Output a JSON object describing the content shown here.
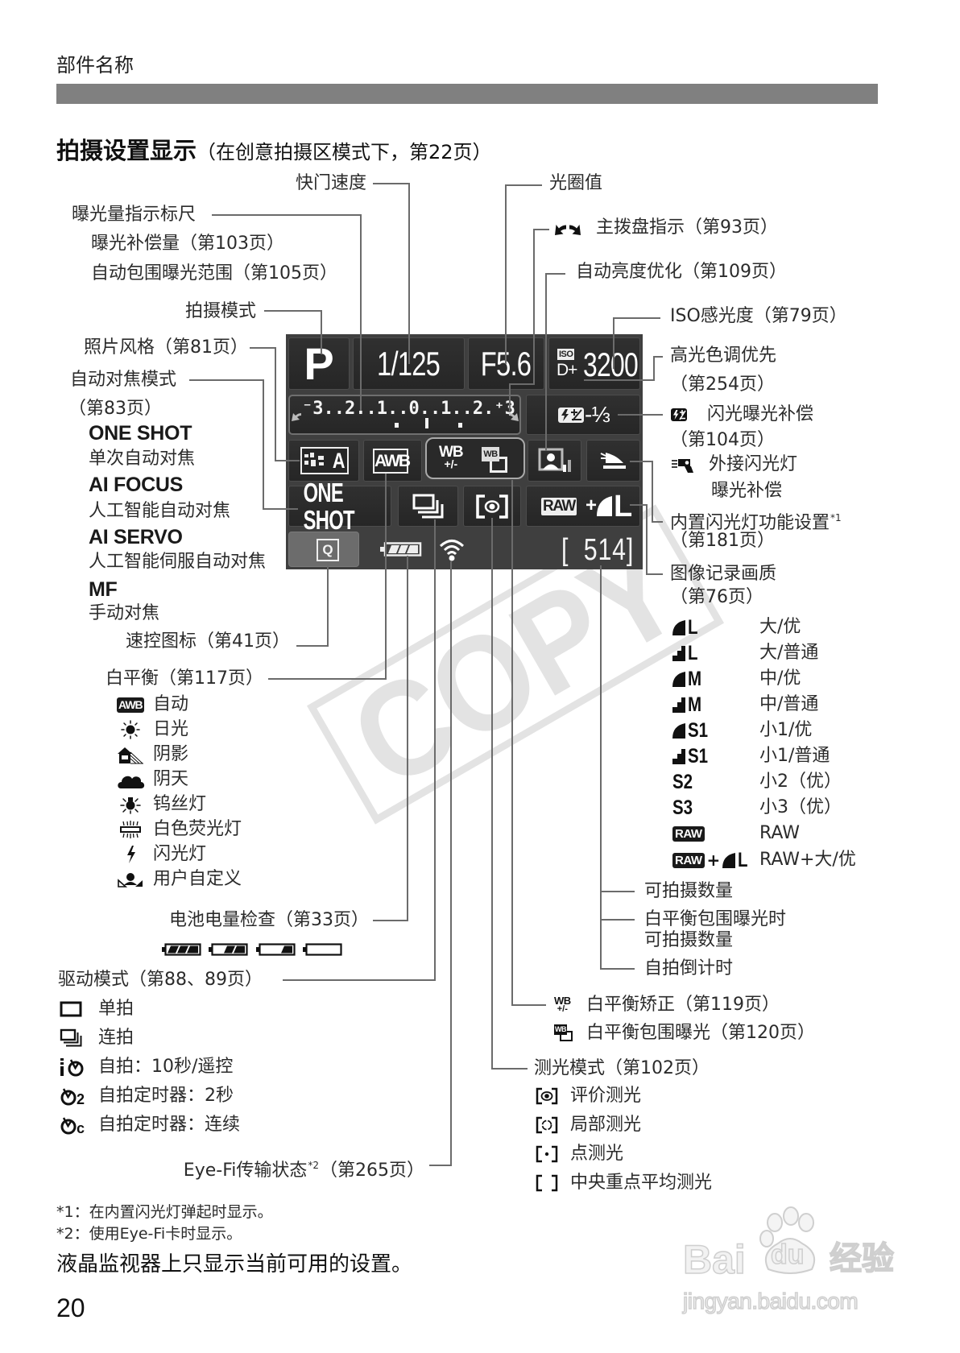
{
  "page": {
    "section_header": "部件名称",
    "title": "拍摄设置显示",
    "title_note": "（在创意拍摄区模式下，第22页）",
    "page_number": "20"
  },
  "lcd": {
    "shooting_mode": "P",
    "shutter_speed": "1/125",
    "aperture": "F5.6",
    "iso_badge": "ISO",
    "highlight_tone_priority": "D+",
    "iso_speed": "3200",
    "exposure_scale": "⁻3..2..1..0..1..2.⁺3",
    "flash_exposure_comp": "-⅓",
    "picture_style": "A",
    "white_balance": "AWB",
    "wb_correction": "WB",
    "wb_correction_sub": "+/-",
    "wb_bracketing": "WB",
    "af_mode": "ONE SHOT",
    "quality_raw": "RAW",
    "quality_plus": "+",
    "quality_size": "L",
    "quick_control": "Q",
    "shots_bracket_open": "[",
    "shots_remaining": "514",
    "shots_bracket_close": "]",
    "icons": {
      "main_dial": "main-dial-indicator-icon",
      "flash_exposure_comp": "flash-exposure-comp-icon",
      "picture_style": "picture-style-auto-icon",
      "auto_lighting_optimizer": "auto-lighting-optimizer-icon",
      "built_in_flash": "built-in-flash-icon",
      "drive": "continuous-shooting-icon",
      "metering": "evaluative-metering-icon",
      "quality": "fine-quality-icon",
      "battery": "battery-full-icon",
      "eye_fi": "eye-fi-wireless-icon"
    }
  },
  "callouts": {
    "shutter_speed": "快门速度",
    "aperture": "光圈值",
    "exposure_level": "曝光量指示标尺",
    "exposure_comp": "曝光补偿量（第103页）",
    "aeb_range": "自动包围曝光范围（第105页）",
    "main_dial": "主拨盘指示（第93页）",
    "alo": "自动亮度优化（第109页）",
    "shooting_mode": "拍摄模式",
    "iso": "ISO感光度（第79页）",
    "picture_style": "照片风格（第81页）",
    "htp": "高光色调优先",
    "htp_page": "（第254页）",
    "af_mode": "自动对焦模式",
    "af_mode_page": "（第83页）",
    "fec": "闪光曝光补偿",
    "fec_page": "（第104页）",
    "ext_flash_line1": "外接闪光灯",
    "ext_flash_line2": "曝光补偿",
    "builtin_flash": "内置闪光灯功能设置",
    "builtin_flash_note": "*1",
    "builtin_flash_page": "（第181页）",
    "quality": "图像记录画质",
    "quality_page": "（第76页）",
    "quick_control": "速控图标（第41页）",
    "white_balance": "白平衡（第117页）",
    "battery": "电池电量检查（第33页）",
    "drive": "驱动模式（第88、89页）",
    "eyefi": "Eye-Fi传输状态",
    "eyefi_note": "*2",
    "eyefi_page": "（第265页）",
    "shots": "可拍摄数量",
    "wb_bkt_shots_line1": "白平衡包围曝光时",
    "wb_bkt_shots_line2": "可拍摄数量",
    "self_timer_countdown": "自拍倒计时",
    "metering": "测光模式（第102页）"
  },
  "af_modes": [
    {
      "code": "ONE SHOT",
      "desc": "单次自动对焦"
    },
    {
      "code": "AI FOCUS",
      "desc": "人工智能自动对焦"
    },
    {
      "code": "AI SERVO",
      "desc": "人工智能伺服自动对焦"
    },
    {
      "code": "MF",
      "desc": "手动对焦"
    }
  ],
  "wb_modes": [
    {
      "icon": "awb-icon",
      "badge": "AWB",
      "label": "自动"
    },
    {
      "icon": "daylight-icon",
      "label": "日光"
    },
    {
      "icon": "shade-icon",
      "label": "阴影"
    },
    {
      "icon": "cloudy-icon",
      "label": "阴天"
    },
    {
      "icon": "tungsten-icon",
      "label": "钨丝灯"
    },
    {
      "icon": "fluorescent-icon",
      "label": "白色荧光灯"
    },
    {
      "icon": "flash-icon",
      "label": "闪光灯"
    },
    {
      "icon": "custom-wb-icon",
      "label": "用户自定义"
    }
  ],
  "battery_levels": [
    "battery-full-icon",
    "battery-two-thirds-icon",
    "battery-one-third-icon",
    "battery-empty-icon"
  ],
  "quality_list": [
    {
      "icon": "fine-icon",
      "size": "L",
      "desc": "大/优"
    },
    {
      "icon": "normal-icon",
      "size": "L",
      "desc": "大/普通"
    },
    {
      "icon": "fine-icon",
      "size": "M",
      "desc": "中/优"
    },
    {
      "icon": "normal-icon",
      "size": "M",
      "desc": "中/普通"
    },
    {
      "icon": "fine-icon",
      "size": "S1",
      "desc": "小1/优"
    },
    {
      "icon": "normal-icon",
      "size": "S1",
      "desc": "小1/普通"
    },
    {
      "size": "S2",
      "desc": "小2（优）"
    },
    {
      "size": "S3",
      "desc": "小3（优）"
    },
    {
      "badge": "RAW",
      "desc": "RAW"
    },
    {
      "badge": "RAW",
      "plus": "+",
      "icon": "fine-icon",
      "size": "L",
      "desc": "RAW+大/优"
    }
  ],
  "drive_modes": [
    {
      "icon": "single-shooting-icon",
      "label": "单拍"
    },
    {
      "icon": "continuous-shooting-icon",
      "label": "连拍"
    },
    {
      "icon": "self-timer-10s-remote-icon",
      "label": "自拍：10秒/遥控"
    },
    {
      "icon": "self-timer-2s-icon",
      "suffix": "2",
      "label": "自拍定时器：2秒"
    },
    {
      "icon": "self-timer-continuous-icon",
      "suffix": "c",
      "label": "自拍定时器：连续"
    }
  ],
  "wb_extras": [
    {
      "icon": "wb-correction-icon",
      "badge": "WB",
      "badge_sub": "+/-",
      "label": "白平衡矫正（第119页）"
    },
    {
      "icon": "wb-bracketing-icon",
      "badge": "WB",
      "label": "白平衡包围曝光（第120页）"
    }
  ],
  "metering_modes": [
    {
      "icon": "evaluative-metering-icon",
      "label": "评价测光"
    },
    {
      "icon": "partial-metering-icon",
      "label": "局部测光"
    },
    {
      "icon": "spot-metering-icon",
      "label": "点测光"
    },
    {
      "icon": "center-weighted-metering-icon",
      "label": "中央重点平均测光"
    }
  ],
  "footnotes": [
    "*1：在内置闪光灯弹起时显示。",
    "*2：使用Eye-Fi卡时显示。"
  ],
  "note": "液晶监视器上只显示当前可用的设置。",
  "watermarks": {
    "copy": "COPY",
    "baidu_bai": "Bai",
    "baidu_du": "du",
    "baidu_jingyan": "经验",
    "baidu_url": "jingyan.baidu.com"
  },
  "colors": {
    "header_bar": "#808080",
    "lcd_background": "#3f3f3f",
    "lcd_cell": "#2b2b2b",
    "leader_line": "#6b6b6b",
    "watermark": "#e3e3e3"
  }
}
